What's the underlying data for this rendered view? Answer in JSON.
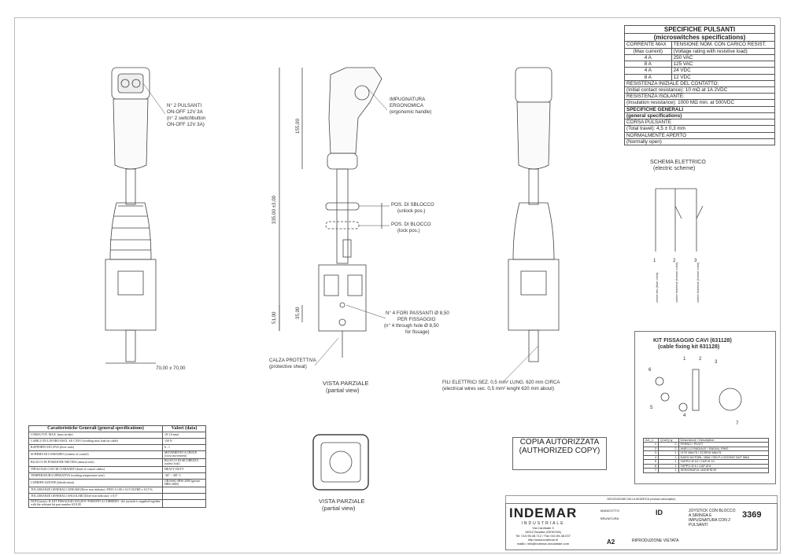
{
  "front_view": {
    "button_label_it_1": "N° 2 PULSANTI",
    "button_label_it_2": "ON-OFF 12V 3A",
    "button_label_en_1": "(n° 2 switchbutton",
    "button_label_en_2": "ON-OFF 12V 3A)",
    "dimension_base": "70,00 x 70,00"
  },
  "side_view": {
    "handle_it_1": "IMPUGNATURA",
    "handle_it_2": "ERGONOMICA",
    "handle_en": "(ergonomic handle)",
    "dim_total": "335,00 ±3,00",
    "dim_handle": "155,00",
    "dim_base": "51,00",
    "dim_holes": "35,00",
    "unlock_it": "POS. DI SBLOCCO",
    "unlock_en": "(unlock pos.)",
    "lock_it": "POS. DI BLOCCO",
    "lock_en": "(lock pos.)",
    "holes_it_1": "N° 4 FORI PASSANTI Ø 8,50",
    "holes_it_2": "PER FISSAGGIO",
    "holes_en_1": "(n° 4 through hole Ø 8,50",
    "holes_en_2": "for fissage)",
    "sheath_it": "CALZA PROTETTIVA",
    "sheath_en": "(protective sheat)",
    "view_it": "VISTA PARZIALE",
    "view_en": "(partial view)"
  },
  "wires": {
    "it": "FILI ELETTRICI SEZ. 0,5 mm² LUNG. 620 mm CIRCA",
    "en": "(electrical wires sec. 0,5 mm² lenght 620 mm about)"
  },
  "top_view": {
    "view_it": "VISTA PARZIALE",
    "view_en": "(partial view)"
  },
  "specifiche": {
    "title": "SPECIFICHE PULSANTI",
    "subtitle": "(microswitches specifications)",
    "col1": "CORRENTE MAX",
    "col1_en": "(Max current)",
    "col2": "TENSIONE NOM. CON CARICO RESIST.",
    "col2_en": "(Voltage rating with resistive load)",
    "rows": [
      [
        "4 A",
        "250 VAC"
      ],
      [
        "8 A",
        "125 VAC"
      ],
      [
        "4 A",
        "24 VDC"
      ],
      [
        "8 A",
        "12 VDC"
      ]
    ],
    "contact_it": "RESISTENZA INIZIALE DEL CONTATTO:",
    "contact_en": "(Initial contact resistance): 10 mΩ at 1A  2VDC",
    "insul_it": "RESISTENZA ISOLANTE:",
    "insul_en": "(Insulation resistance): 1000 MΩ min. at 500VDC",
    "general_it": "SPECIFICHE GENERALI",
    "general_en": "(general specifications)",
    "travel_it": "CORSA PULSANTE",
    "travel_en": "(Total travel): 4,5 ± 0,3 mm",
    "no_it": "NORMALMENTE APERTO",
    "no_en": "(Normally open)"
  },
  "schema": {
    "title_it": "SCHEMA ELETTRICO",
    "title_en": "(electric scheme)",
    "terminals": [
      "1",
      "2",
      "3"
    ],
    "wire_labels": [
      "colore blu (blue color)",
      "colore marrone (brown color)",
      "colore marrone (brown color)"
    ]
  },
  "kit": {
    "title_it": "KIT FISSAGGIO CAVI (631128)",
    "title_en": "(cable fixing kit 631128)",
    "callouts": [
      "1",
      "2",
      "3",
      "4",
      "5",
      "6",
      "7"
    ],
    "headers": [
      "Art._n",
      "Q.tà/Q.ty",
      "Descrizione / Description"
    ],
    "rows": [
      [
        "1",
        "2",
        "PERNO / PIVOT"
      ],
      [
        "2",
        "2",
        "ANELLO RADIALE / RADIAL RING"
      ],
      [
        "3",
        "1",
        "VITE M6x75 / SCREW M6x75"
      ],
      [
        "4",
        "1",
        "DADO AUTOBL. M6A / SELF-LOCKING NUT M6A"
      ],
      [
        "5",
        "1",
        "TAPPO Ø 10 / CAP Ø 10"
      ],
      [
        "6",
        "1",
        "TAPPO Ø 6 / CAP Ø 6"
      ],
      [
        "7",
        "1",
        "SERIGRAFIA / ADHESIVE"
      ]
    ]
  },
  "general_specs": {
    "header": [
      "Caratteristiche Generali (general specifications)",
      "Valori (data)"
    ],
    "rows": [
      [
        "CORSA TOT. MAX. (max stroke)",
        "16° (0 mm)"
      ],
      [
        "CARICO DI LAVORO MAX. SU CAVO (working max load on cable)",
        "150 N"
      ],
      [
        "RAPPORTO DI LEVA (lever ratio)",
        "6 : 1"
      ],
      [
        "SCHEMA DI COMANDO (scheme of control)",
        "MOVIMENTO A CROCE (cross movement)"
      ],
      [
        "BLOCCO IN POSIZIONE NEUTRA (neutral lock)",
        "BLOCCO DI SICUREZZA (safety lock)"
      ],
      [
        "TIPOLOGIA CAVI DI COMANDO (kind of control cables)",
        "HEAVY DUTY"
      ],
      [
        "TEMPERATURA OPERATIVA (working temperature area)",
        "-30° - +80° C"
      ],
      [
        "LUBRIFICAZIONE (lubrification)",
        "GRASSO HHS 2000 (grease HHS 2000)"
      ],
      [
        "TOLLERANZE GENERALI LINEARI (Dove non indicato): FINO A 100 ± 0,15 OLTRE ± 0,15 %",
        ""
      ],
      [
        "TOLLERANZE GENERALI ANGOLARI (Dove non indicato): ± 0,5°",
        ""
      ],
      [
        "NOTA (note): IL KIT FISSAGGIO 631128 E' FORNITO A CORREDO - the joystick is supplied together with the relevant kit part number 631128",
        ""
      ]
    ]
  },
  "stamp": {
    "line1": "COPIA AUTORIZZATA",
    "line2": "(AUTHORIZED COPY)"
  },
  "title_block": {
    "company": "INDEMAR",
    "company_sub": "INDUSTRIALE",
    "address_1": "Via Cardinale 3",
    "address_2": "16012 Busalla (GENOVA)",
    "phone": "Tel. 010.96.48.712 / Fax 010.96.48.037",
    "web": "http://www.indemar.it/",
    "mail": "mailto: info@indemar-industriale.com",
    "material": "MANICOTTO",
    "treatment": "BRUNITURA",
    "code": "ID",
    "format": "A2",
    "reproduction": "RIPRODUZIONE VIETATA",
    "description": "JOYSTICK CON BLOCCO A SIRINGA E IMPUGNATURA CON 2 PULSANTI",
    "drawing_number": "3369",
    "revision_header": "DESCRIZIONE DELLA MODIFICA (revision description)"
  }
}
